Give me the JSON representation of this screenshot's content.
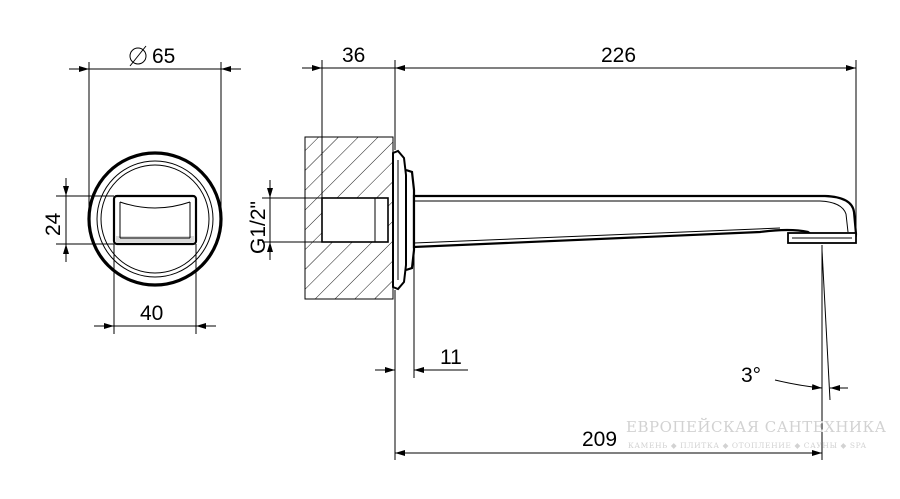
{
  "dimensions": {
    "outer_diameter": "65",
    "handle_width": "40",
    "handle_height": "24",
    "wall_depth": "36",
    "spout_length": "226",
    "thread": "G1/2\"",
    "flange": "11",
    "projection": "209",
    "angle": "3°"
  },
  "watermark": {
    "title": "ЕВРОПЕЙСКАЯ САНТЕХНИКА",
    "subtitle": "КАМЕНЬ ◆ ПЛИТКА ◆ ОТОПЛЕНИЕ ◆ САУНЫ ◆ SPA"
  },
  "colors": {
    "line": "#000000",
    "background": "#ffffff",
    "watermark": "#d2d2d2"
  }
}
